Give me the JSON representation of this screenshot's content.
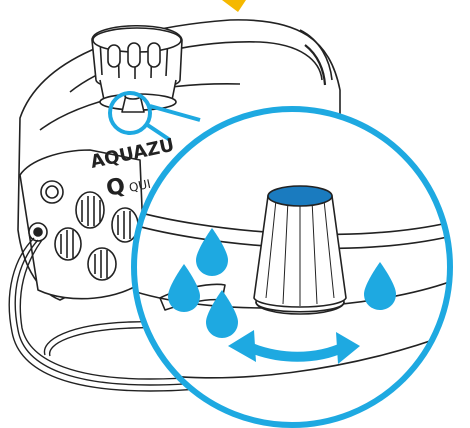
{
  "illustration": {
    "brand_text_main": "AQUAZU",
    "brand_text_sub": "QUI",
    "brand_text_q": "Q"
  },
  "colors": {
    "accent": "#1ea9e1",
    "accent_dark": "#1a7bbf",
    "outline": "#222222",
    "top_marker": "#f5b800",
    "background": "#ffffff"
  },
  "icons": [
    "water-drop-icon",
    "rotate-arrow-icon",
    "magnify-circle-icon"
  ]
}
